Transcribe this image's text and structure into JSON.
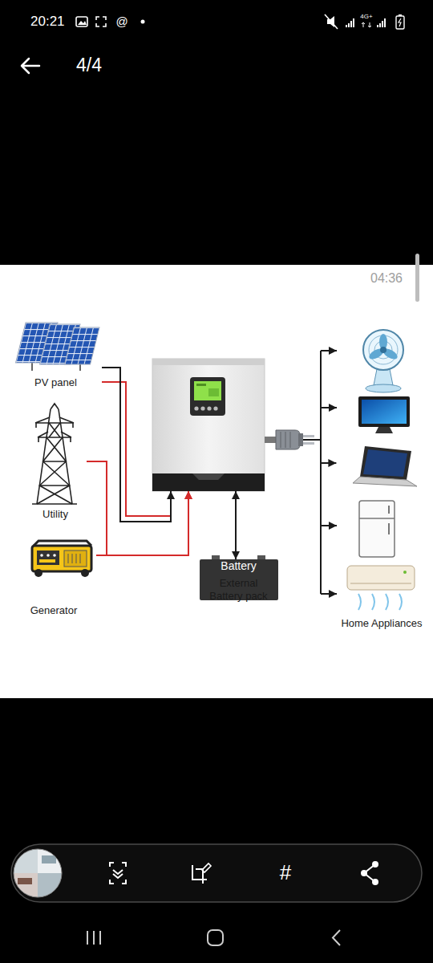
{
  "diagram": {
    "nodes": [
      {
        "text": [
          "PV panel"
        ]
      },
      {
        "text": [
          "Utility"
        ]
      },
      {
        "text": [
          "Generator"
        ]
      },
      {
        "text": []
      },
      {
        "text": [
          "Battery",
          "External Battery pack"
        ]
      },
      {
        "text": [
          "Home Appliances"
        ]
      }
    ],
    "edges": [
      {
        "from": 0,
        "to": 3,
        "arrow": "to"
      },
      {
        "from": 1,
        "to": 3,
        "arrow": "to"
      },
      {
        "from": 2,
        "to": 3,
        "arrow": "to"
      },
      {
        "from": 3,
        "to": 4,
        "arrow": "both"
      },
      {
        "from": 3,
        "to": 5,
        "arrow": "to"
      }
    ],
    "labels": [
      "20:21",
      "@",
      "4G+",
      "4/4",
      "04:36",
      "#"
    ]
  }
}
